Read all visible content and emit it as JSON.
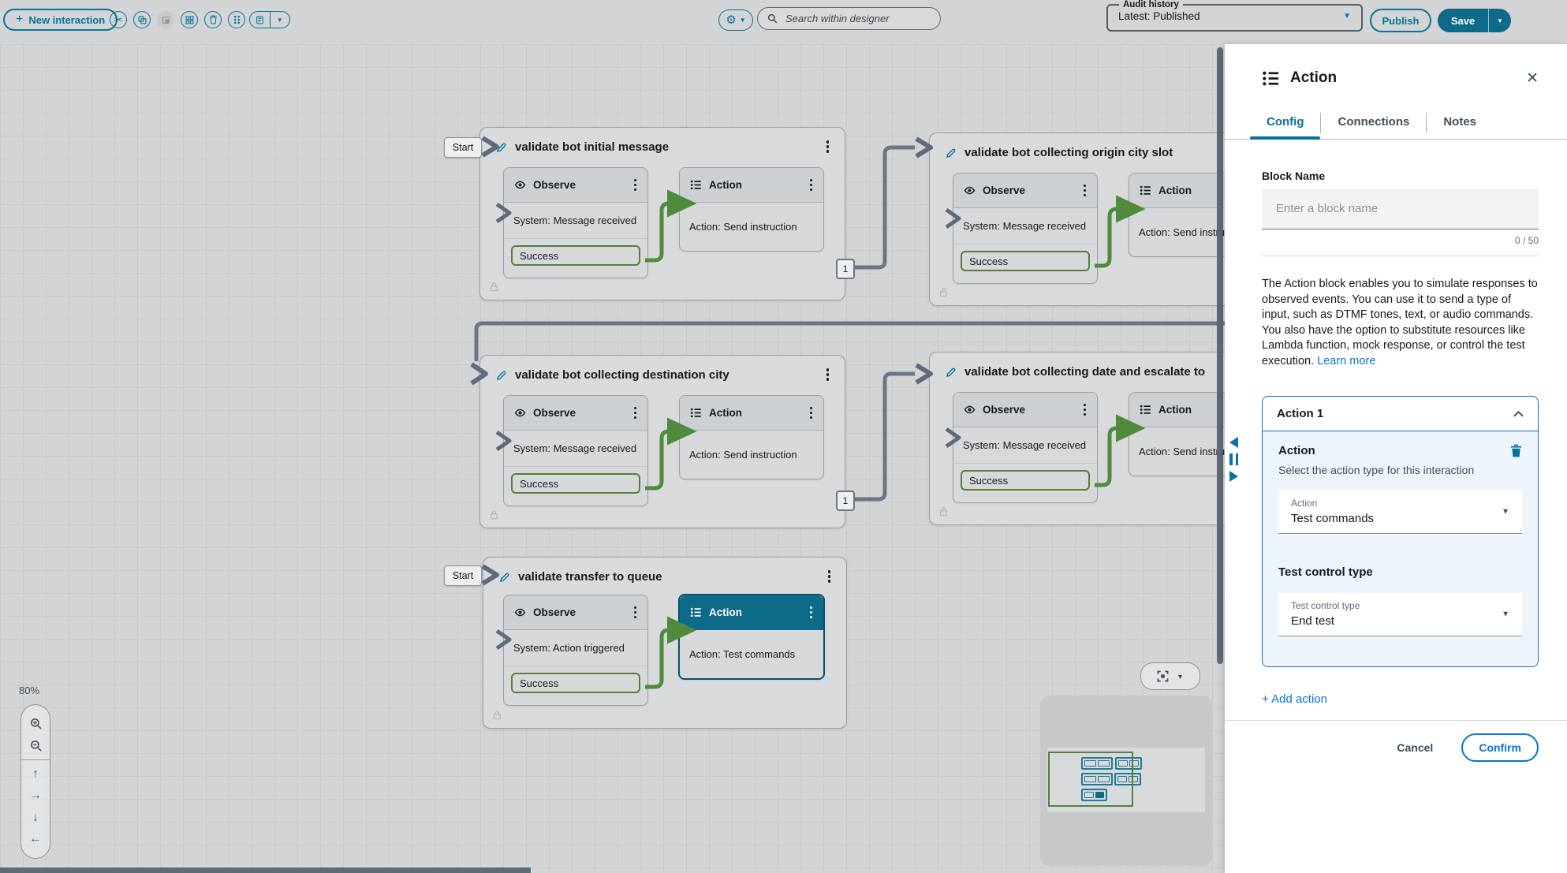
{
  "toolbar": {
    "new_interaction_label": "New interaction",
    "search_placeholder": "Search within designer",
    "audit_history_label": "Audit history",
    "audit_history_value": "Latest: Published",
    "publish_label": "Publish",
    "save_label": "Save"
  },
  "canvas": {
    "zoom_level": "80%",
    "groups": [
      {
        "start_label": "Start",
        "title": "validate bot initial message",
        "observe_label": "Observe",
        "observe_line": "System: Message received",
        "port_label": "Success",
        "action_label": "Action",
        "action_line": "Action: Send instruction",
        "output_badge": "1"
      },
      {
        "title": "validate bot collecting origin city slot",
        "observe_label": "Observe",
        "observe_line": "System: Message received",
        "port_label": "Success",
        "action_label": "Action",
        "action_line": "Action: Send instruction"
      },
      {
        "title": "validate bot collecting destination city",
        "observe_label": "Observe",
        "observe_line": "System: Message received",
        "port_label": "Success",
        "action_label": "Action",
        "action_line": "Action: Send instruction",
        "output_badge": "1"
      },
      {
        "title": "validate bot collecting date and escalate to",
        "observe_label": "Observe",
        "observe_line": "System: Message received",
        "port_label": "Success",
        "action_label": "Action",
        "action_line": "Action: Send instruction"
      },
      {
        "start_label": "Start",
        "title": "validate transfer to queue",
        "observe_label": "Observe",
        "observe_line": "System: Action triggered",
        "port_label": "Success",
        "action_label": "Action",
        "action_line": "Action: Test commands",
        "selected": true
      }
    ]
  },
  "panel": {
    "title": "Action",
    "tabs": [
      "Config",
      "Connections",
      "Notes"
    ],
    "block_name_label": "Block Name",
    "block_name_placeholder": "Enter a block name",
    "char_counter": "0 / 50",
    "description": "The Action block enables you to simulate responses to observed events. You can use it to send a type of input, such as DTMF tones, text, or audio commands. You also have the option to substitute resources like Lambda function, mock response, or control the test execution. ",
    "learn_more": "Learn more",
    "action_group": {
      "header": "Action 1",
      "section_title": "Action",
      "section_hint": "Select the action type for this interaction",
      "action_select_label": "Action",
      "action_select_value": "Test commands",
      "control_title": "Test control type",
      "control_select_label": "Test control type",
      "control_select_value": "End test"
    },
    "add_action": "+ Add action",
    "cancel_label": "Cancel",
    "confirm_label": "Confirm"
  },
  "icons": {
    "plus": "+",
    "caret_down": "▼",
    "close": "✕",
    "scissors": "✂",
    "gear": "⚙",
    "pan_up": "↑",
    "pan_right": "→",
    "pan_down": "↓",
    "pan_left": "←"
  },
  "colors": {
    "teal": "#077398",
    "teal_dark": "#0e6a89",
    "blue": "#0972d3",
    "green_connector": "#4f8a3d",
    "green_port": "#567f3d",
    "gray_connector": "#6b7684",
    "canvas_bg": "#d2d4d5",
    "panel_bg": "#ffffff"
  }
}
